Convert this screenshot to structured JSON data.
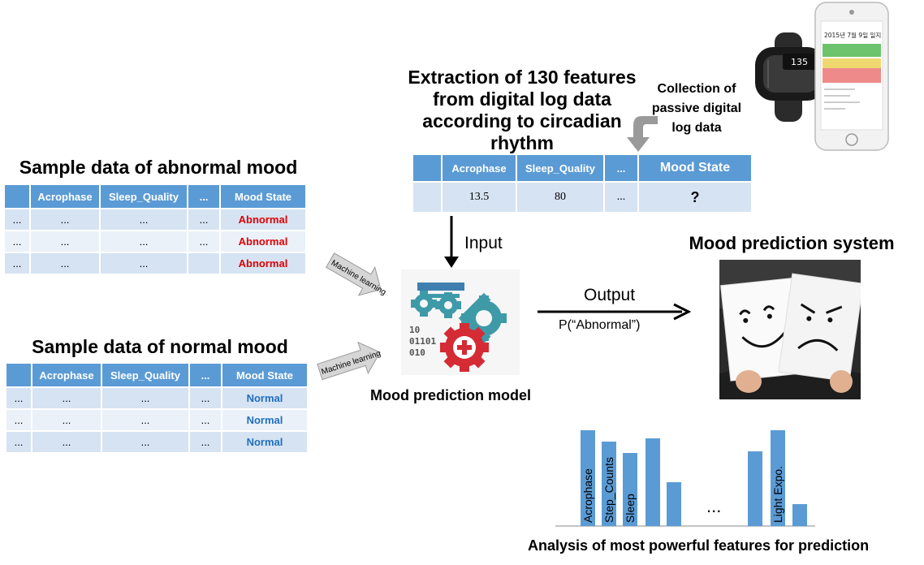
{
  "extraction_title": [
    "Extraction of 130 features",
    "from digital log data",
    "according to circadian",
    "rhythm"
  ],
  "collection_label": [
    "Collection of",
    "passive digital",
    "log data"
  ],
  "abnormal_title": "Sample data of abnormal mood",
  "normal_title": "Sample data of normal mood",
  "table_headers": [
    "",
    "Acrophase",
    "Sleep_Quality",
    "...",
    "Mood State"
  ],
  "abnormal_rows": [
    [
      "...",
      "...",
      "...",
      "...",
      "Abnormal"
    ],
    [
      "...",
      "...",
      "...",
      "...",
      "Abnormal"
    ],
    [
      "...",
      "...",
      "...",
      "",
      "Abnormal"
    ]
  ],
  "normal_rows": [
    [
      "...",
      "...",
      "...",
      "...",
      "Normal"
    ],
    [
      "...",
      "...",
      "...",
      "...",
      "Normal"
    ],
    [
      "...",
      "...",
      "...",
      "...",
      "Normal"
    ]
  ],
  "feature_table": {
    "headers": [
      "",
      "Acrophase",
      "Sleep_Quality",
      "...",
      "Mood State"
    ],
    "row": [
      "",
      "13.5",
      "80",
      "...",
      "?"
    ]
  },
  "input_label": "Input",
  "output_label": "Output",
  "output_prob": "P(“Abnormal”)",
  "ml_label_1": "Machine learning",
  "ml_label_2": "Machine learning",
  "model_label": "Mood prediction model",
  "system_title": "Mood prediction system",
  "watch_display": "135",
  "phone_date": "2015년 7월 9일 일지",
  "feature_chart": {
    "labels": [
      "Acrophase",
      "Step_Counts",
      "Sleep",
      "",
      "",
      "",
      "Light Expo.",
      ""
    ],
    "ellipsis": "...",
    "title": "Analysis of most powerful features for prediction"
  },
  "chart_data": {
    "type": "bar",
    "categories": [
      "Acrophase",
      "Step_Counts",
      "Sleep",
      "",
      "",
      "",
      "Light Expo.",
      ""
    ],
    "values": [
      118,
      104,
      90,
      108,
      54,
      92,
      118,
      27
    ],
    "title": "Analysis of most powerful features for prediction",
    "bar_color": "#5b9bd5"
  },
  "colors": {
    "header_blue": "#5b9bd5",
    "row_light": "#d6e3f2",
    "abnormal_red": "#e00000",
    "normal_blue": "#1f6fbf",
    "gear_teal": "#3f9aa8",
    "gear_red": "#d42b35"
  }
}
